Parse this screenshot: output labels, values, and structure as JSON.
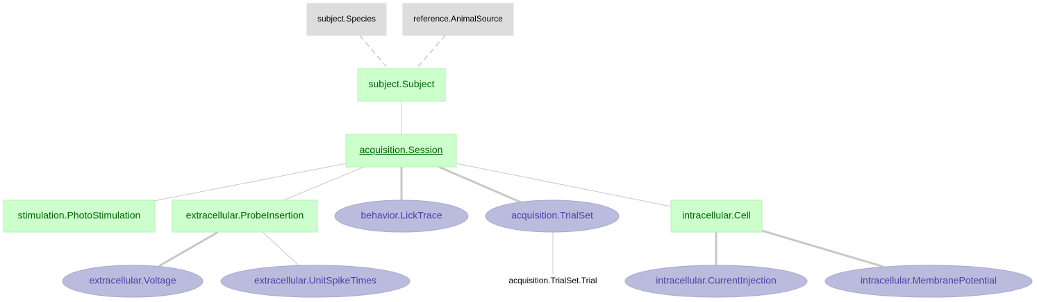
{
  "diagram": {
    "colors": {
      "manual_fill": "#ccffcc",
      "manual_stroke": "#b3f0b3",
      "manual_text": "#006400",
      "imported_fill": "#bbbbdd",
      "imported_stroke": "#a9a9d0",
      "imported_text": "#4444aa",
      "lookup_fill": "#dddddd",
      "lookup_text": "#000000",
      "part_text": "#000000",
      "edge": "#c8c8c8"
    },
    "nodes": [
      {
        "id": "species",
        "label": "subject.Species",
        "kind": "lookup"
      },
      {
        "id": "animal_source",
        "label": "reference.AnimalSource",
        "kind": "lookup"
      },
      {
        "id": "subject",
        "label": "subject.Subject",
        "kind": "manual"
      },
      {
        "id": "session",
        "label": "acquisition.Session",
        "kind": "manual",
        "underline": true
      },
      {
        "id": "photostim",
        "label": "stimulation.PhotoStimulation",
        "kind": "manual"
      },
      {
        "id": "probe",
        "label": "extracellular.ProbeInsertion",
        "kind": "manual"
      },
      {
        "id": "lick",
        "label": "behavior.LickTrace",
        "kind": "imported"
      },
      {
        "id": "trialset",
        "label": "acquisition.TrialSet",
        "kind": "imported"
      },
      {
        "id": "cell",
        "label": "intracellular.Cell",
        "kind": "manual"
      },
      {
        "id": "voltage",
        "label": "extracellular.Voltage",
        "kind": "imported"
      },
      {
        "id": "spikes",
        "label": "extracellular.UnitSpikeTimes",
        "kind": "imported"
      },
      {
        "id": "trial",
        "label": "acquisition.TrialSet.Trial",
        "kind": "part"
      },
      {
        "id": "current",
        "label": "intracellular.CurrentInjection",
        "kind": "imported"
      },
      {
        "id": "membrane",
        "label": "intracellular.MembranePotential",
        "kind": "imported"
      }
    ],
    "edges": [
      {
        "from": "species",
        "to": "subject",
        "style": "dashed"
      },
      {
        "from": "animal_source",
        "to": "subject",
        "style": "dashed"
      },
      {
        "from": "subject",
        "to": "session",
        "style": "thin"
      },
      {
        "from": "session",
        "to": "photostim",
        "style": "thin"
      },
      {
        "from": "session",
        "to": "probe",
        "style": "thin"
      },
      {
        "from": "session",
        "to": "lick",
        "style": "thick"
      },
      {
        "from": "session",
        "to": "trialset",
        "style": "thick"
      },
      {
        "from": "session",
        "to": "cell",
        "style": "thin"
      },
      {
        "from": "probe",
        "to": "voltage",
        "style": "thick"
      },
      {
        "from": "probe",
        "to": "spikes",
        "style": "thin"
      },
      {
        "from": "trialset",
        "to": "trial",
        "style": "thin"
      },
      {
        "from": "cell",
        "to": "current",
        "style": "thick"
      },
      {
        "from": "cell",
        "to": "membrane",
        "style": "thick"
      }
    ]
  }
}
